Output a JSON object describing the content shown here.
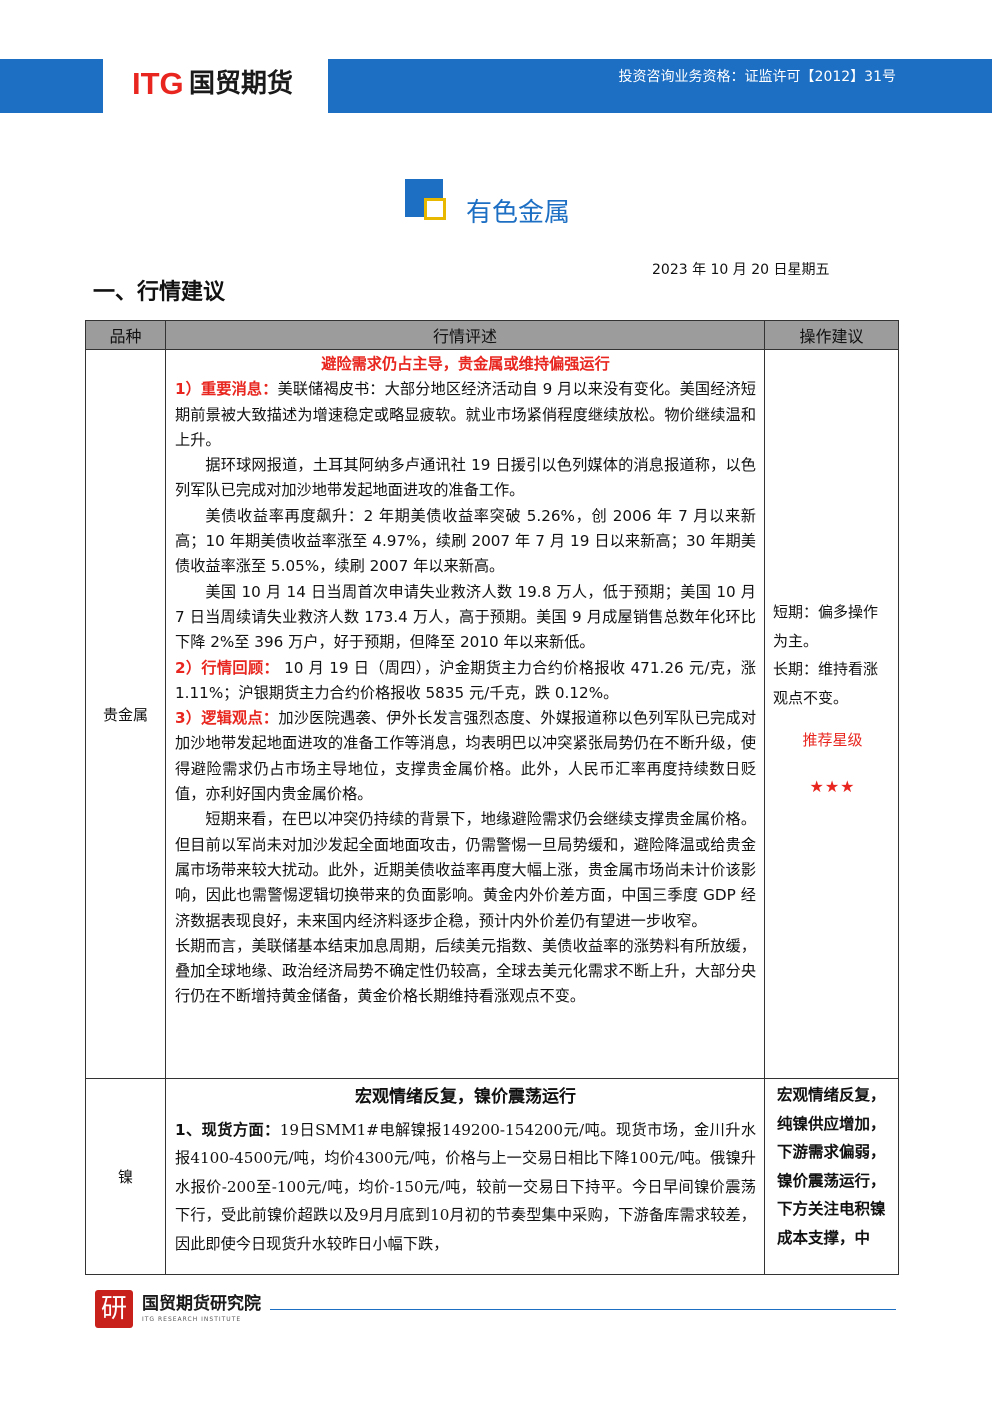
{
  "header": {
    "logo_itg": "ITG",
    "logo_cn": "国贸期货",
    "license": "投资咨询业务资格：证监许可【2012】31号",
    "band_color": "#1d6fc4",
    "logo_red": "#e8261f"
  },
  "section": {
    "title": "有色金属",
    "date": "2023 年 10 月 20 日星期五",
    "heading": "一、行情建议"
  },
  "table": {
    "headers": [
      "品种",
      "行情评述",
      "操作建议"
    ],
    "rows": [
      {
        "kind": "贵金属",
        "title": "避险需求仍占主导，贵金属或维持偏强运行",
        "p1_label": "1）重要消息：",
        "p1_text": "美联储褐皮书：大部分地区经济活动自 9 月以来没有变化。美国经济短期前景被大致描述为增速稳定或略显疲软。就业市场紧俏程度继续放松。物价继续温和上升。",
        "p2": "据环球网报道，土耳其阿纳多卢通讯社 19 日援引以色列媒体的消息报道称，以色列军队已完成对加沙地带发起地面进攻的准备工作。",
        "p3": "美债收益率再度飙升：2 年期美债收益率突破 5.26%，创 2006 年 7 月以来新高；10 年期美债收益率涨至 4.97%，续刷 2007 年 7 月 19 日以来新高；30 年期美债收益率涨至 5.05%，续刷 2007 年以来新高。",
        "p4": "美国 10 月 14 日当周首次申请失业救济人数 19.8 万人，低于预期；美国 10 月 7 日当周续请失业救济人数 173.4 万人，高于预期。美国 9 月成屋销售总数年化环比下降 2%至 396 万户，好于预期，但降至 2010 年以来新低。",
        "p5_label": "2）行情回顾：",
        "p5_text": " 10 月 19 日（周四），沪金期货主力合约价格报收 471.26 元/克，涨 1.11%；沪银期货主力合约价格报收 5835 元/千克，跌 0.12%。",
        "p6_label": "3）逻辑观点：",
        "p6_text": "加沙医院遇袭、伊外长发言强烈态度、外媒报道称以色列军队已完成对加沙地带发起地面进攻的准备工作等消息，均表明巴以冲突紧张局势仍在不断升级，使得避险需求仍占市场主导地位，支撑贵金属价格。此外，人民币汇率再度持续数日贬值，亦利好国内贵金属价格。",
        "p7": "短期来看，在巴以冲突仍持续的背景下，地缘避险需求仍会继续支撑贵金属价格。但目前以军尚未对加沙发起全面地面攻击，仍需警惕一旦局势缓和，避险降温或给贵金属市场带来较大扰动。此外，近期美债收益率再度大幅上涨，贵金属市场尚未计价该影响，因此也需警惕逻辑切换带来的负面影响。黄金内外价差方面，中国三季度 GDP 经济数据表现良好，未来国内经济料逐步企稳，预计内外价差仍有望进一步收窄。",
        "p8": "长期而言，美联储基本结束加息周期，后续美元指数、美债收益率的涨势料有所放缓，叠加全球地缘、政治经济局势不确定性仍较高，全球去美元化需求不断上升，大部分央行仍在不断增持黄金储备，黄金价格长期维持看涨观点不变。",
        "advice_short": "短期：偏多操作为主。",
        "advice_long": "长期：维持看涨观点不变。",
        "star_label": "推荐星级",
        "stars": "★★★"
      },
      {
        "kind": "镍",
        "title": "宏观情绪反复，镍价震荡运行",
        "p1_label": "1、现货方面：",
        "p1_text": "19日SMM1#电解镍报149200-154200元/吨。现货市场，金川升水报4100-4500元/吨，均价4300元/吨，价格与上一交易日相比下降100元/吨。俄镍升水报价-200至-100元/吨，均价-150元/吨，较前一交易日下持平。今日早间镍价震荡下行，受此前镍价超跌以及9月月底到10月初的节奏型集中采购，下游备库需求较差，因此即使今日现货升水较昨日小幅下跌，",
        "advice": "宏观情绪反复，纯镍供应增加，下游需求偏弱，镍价震荡运行，下方关注电积镍成本支撑，中"
      }
    ]
  },
  "footer": {
    "seal": "研",
    "name": "国贸期货研究院",
    "sub": "ITG RESEARCH INSTITUTE"
  }
}
